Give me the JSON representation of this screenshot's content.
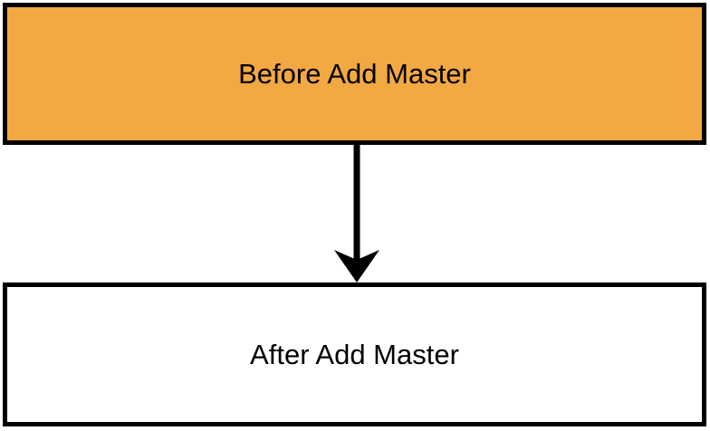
{
  "diagram": {
    "type": "flowchart",
    "background": "#FFFFFF",
    "nodes": [
      {
        "id": "before-add-master",
        "label": "Before Add Master",
        "fill": "#F2A843",
        "border_color": "#000000",
        "text_color": "#000000"
      },
      {
        "id": "after-add-master",
        "label": "After Add Master",
        "fill": "#FFFFFF",
        "border_color": "#000000",
        "text_color": "#000000"
      }
    ],
    "edges": [
      {
        "from": "before-add-master",
        "to": "after-add-master",
        "direction": "down",
        "style": "solid",
        "arrowhead": "barbed",
        "color": "#000000"
      }
    ]
  }
}
